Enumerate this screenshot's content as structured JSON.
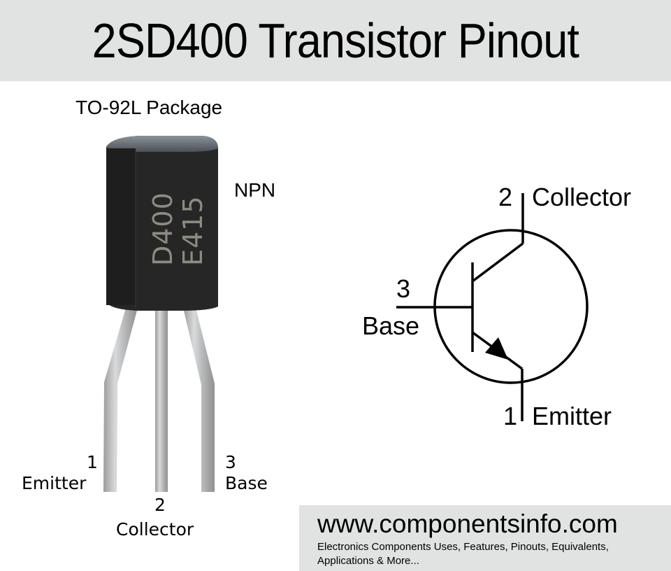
{
  "header": {
    "title": "2SD400 Transistor Pinout",
    "background": "#e1e3e2"
  },
  "photo": {
    "package_label": "TO-92L Package",
    "type_label": "NPN",
    "marking_line1": "D400",
    "marking_line2": "E415",
    "pins": [
      {
        "number": "1",
        "name": "Emitter"
      },
      {
        "number": "2",
        "name": "Collector"
      },
      {
        "number": "3",
        "name": "Base"
      }
    ]
  },
  "schematic": {
    "symbol": "npn-transistor",
    "pins": [
      {
        "number": "2",
        "name": "Collector"
      },
      {
        "number": "3",
        "name": "Base"
      },
      {
        "number": "1",
        "name": "Emitter"
      }
    ]
  },
  "footer": {
    "url": "www.componentsinfo.com",
    "tagline_line1": "Electronics Components Uses, Features, Pinouts, Equivalents,",
    "tagline_line2": "Applications & More..."
  }
}
